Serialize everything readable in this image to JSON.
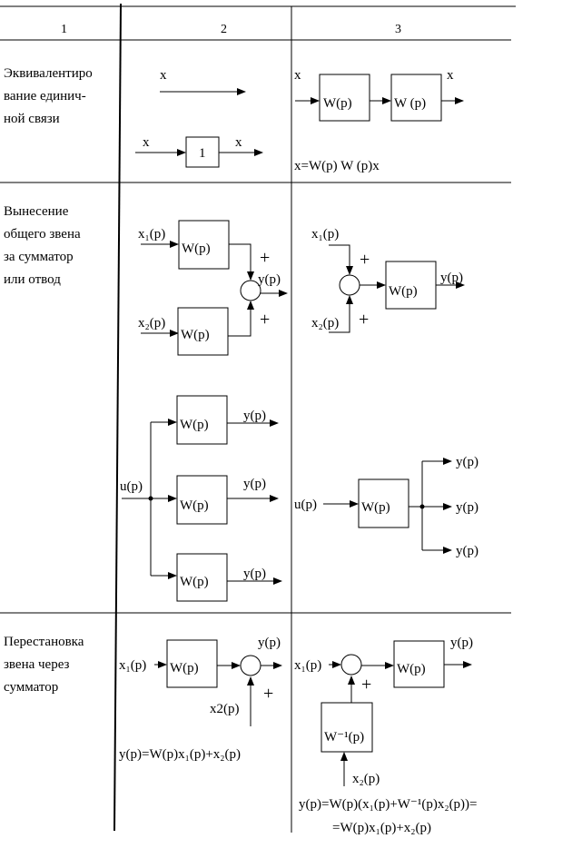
{
  "header": {
    "col1": "1",
    "col2": "2",
    "col3": "3"
  },
  "rows": {
    "row1": {
      "title_lines": [
        "Эквивалентиро",
        "вание единич-",
        "ной связи"
      ],
      "col2": {
        "x_top": "x",
        "x_in": "x",
        "box": "1",
        "x_out": "x"
      },
      "col3": {
        "x_in": "x",
        "box_a": "W(p)",
        "box_b": "W (p)",
        "x_out": "x",
        "formula": "x=W(p) W (p)x"
      }
    },
    "row2": {
      "title_lines": [
        "Вынесение",
        "общего звена",
        "за сумматор",
        "или отвод"
      ],
      "col2_sum": {
        "x1": "x₁(p)",
        "x2": "x₂(p)",
        "box1": "W(p)",
        "box2": "W(p)",
        "y": "y(p)",
        "plus1": "+",
        "plus2": "+"
      },
      "col3_sum": {
        "x1": "x₁(p)",
        "x2": "x₂(p)",
        "box": "W(p)",
        "y": "y(p)",
        "plus1": "+",
        "plus2": "+"
      },
      "col2_branch": {
        "u": "u(p)",
        "box1": "W(p)",
        "box2": "W(p)",
        "box3": "W(p)",
        "y1": "y(p)",
        "y2": "y(p)",
        "y3": "y(p)"
      },
      "col3_branch": {
        "u": "u(p)",
        "box": "W(p)",
        "y1": "y(p)",
        "y2": "y(p)",
        "y3": "y(p)"
      }
    },
    "row3": {
      "title_lines": [
        "Перестановка",
        "звена через",
        "сумматор"
      ],
      "col2": {
        "x1": "x₁(p)",
        "box": "W(p)",
        "y": "y(p)",
        "x2": "x2(p)",
        "plus": "+",
        "formula": "y(p)=W(p)x₁(p)+x₂(p)"
      },
      "col3": {
        "x1": "x₁(p)",
        "box": "W(p)",
        "y": "y(p)",
        "inv_box": "W⁻¹(p)",
        "x2": "x₂(p)",
        "plus": "+",
        "formula1": "y(p)=W(p)(x₁(p)+W⁻¹(p)x₂(p))=",
        "formula2": "=W(p)x₁(p)+x₂(p)"
      }
    }
  }
}
